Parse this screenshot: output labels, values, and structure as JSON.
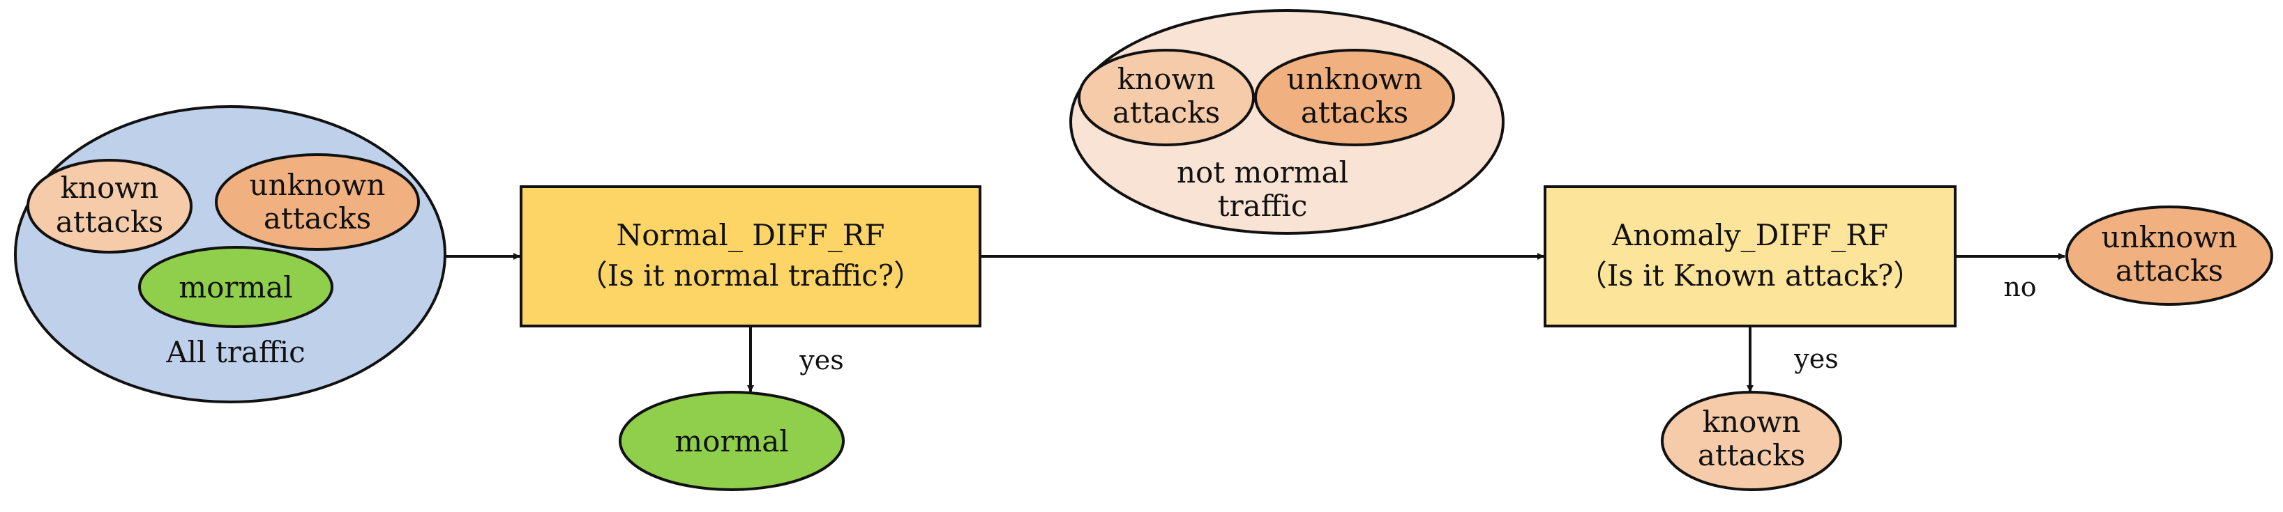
{
  "colors": {
    "all_traffic_fill": "#bfd1ea",
    "known_fill": "#f5cbaa",
    "unknown_fill": "#f1b07f",
    "normal_fill": "#90cf4c",
    "not_normal_fill": "#f9e3d4",
    "normal_classifier_fill": "#fcd566",
    "anomaly_classifier_fill": "#fde49b",
    "stroke": "#111111"
  },
  "all_traffic": {
    "label": "All traffic",
    "known": [
      "known",
      "attacks"
    ],
    "unknown": [
      "unknown",
      "attacks"
    ],
    "normal": "mormal"
  },
  "normal_classifier": {
    "title": "Normal_ DIFF_RF",
    "question": "（Is it normal traffic?）"
  },
  "normal_yes": {
    "edge_label": "yes",
    "output": "mormal"
  },
  "not_normal": {
    "label": [
      "not mormal",
      "traffic"
    ],
    "known": [
      "known",
      "attacks"
    ],
    "unknown": [
      "unknown",
      "attacks"
    ]
  },
  "anomaly_classifier": {
    "title": "Anomaly_DIFF_RF",
    "question": "（Is it Known attack?）"
  },
  "anomaly_yes": {
    "edge_label": "yes",
    "output": [
      "known",
      "attacks"
    ]
  },
  "anomaly_no": {
    "edge_label": "no",
    "output": [
      "unknown",
      "attacks"
    ]
  }
}
